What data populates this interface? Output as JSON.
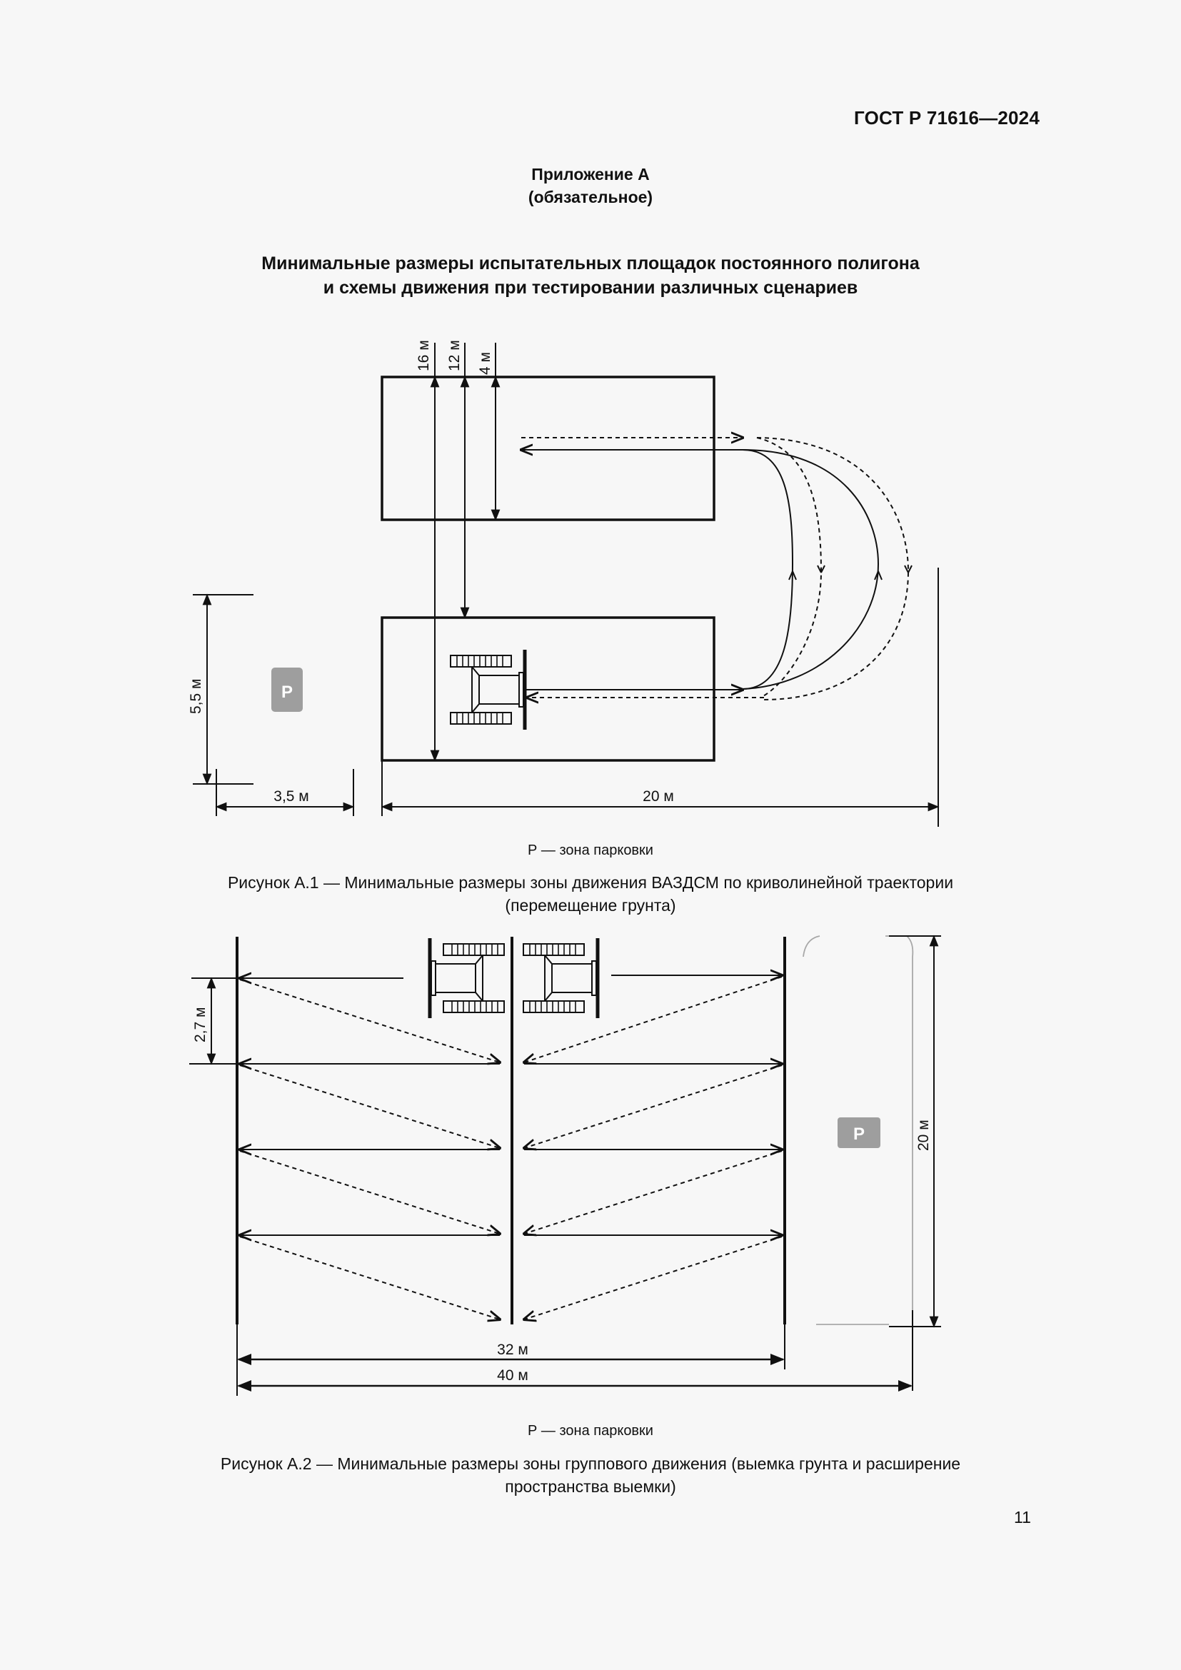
{
  "header": {
    "standard_code": "ГОСТ Р 71616—2024"
  },
  "appendix": {
    "title": "Приложение А",
    "status": "(обязательное)"
  },
  "main_title": {
    "line1": "Минимальные размеры испытательных площадок постоянного полигона",
    "line2": "и  схемы  движения  при тестировании различных сценариев"
  },
  "figure_a1": {
    "dimensions": {
      "d16": "16 м",
      "d12": "12 м",
      "d4": "4 м",
      "parking_height": "5,5 м",
      "parking_width": "3,5 м",
      "length": "20 м"
    },
    "parking_badge": "P",
    "legend": "Р — зона парковки",
    "caption_line1": "Рисунок А.1 — Минимальные размеры зоны движения ВАЗДСМ по криволинейной траектории",
    "caption_line2": "(перемещение  грунта)"
  },
  "figure_a2": {
    "dimensions": {
      "lane_spacing": "2,7 м",
      "parking_length": "20 м",
      "inner_width": "32 м",
      "total_width": "40 м"
    },
    "parking_badge": "P",
    "legend": "Р — зона парковки",
    "caption_line1": "Рисунок А.2 — Минимальные размеры зоны группового движения (выемка грунта и расширение",
    "caption_line2": "пространства  выемки)"
  },
  "footer": {
    "page_number": "11"
  },
  "colors": {
    "ink": "#111111",
    "background": "#f7f7f7",
    "badge": "#9e9e9e"
  }
}
